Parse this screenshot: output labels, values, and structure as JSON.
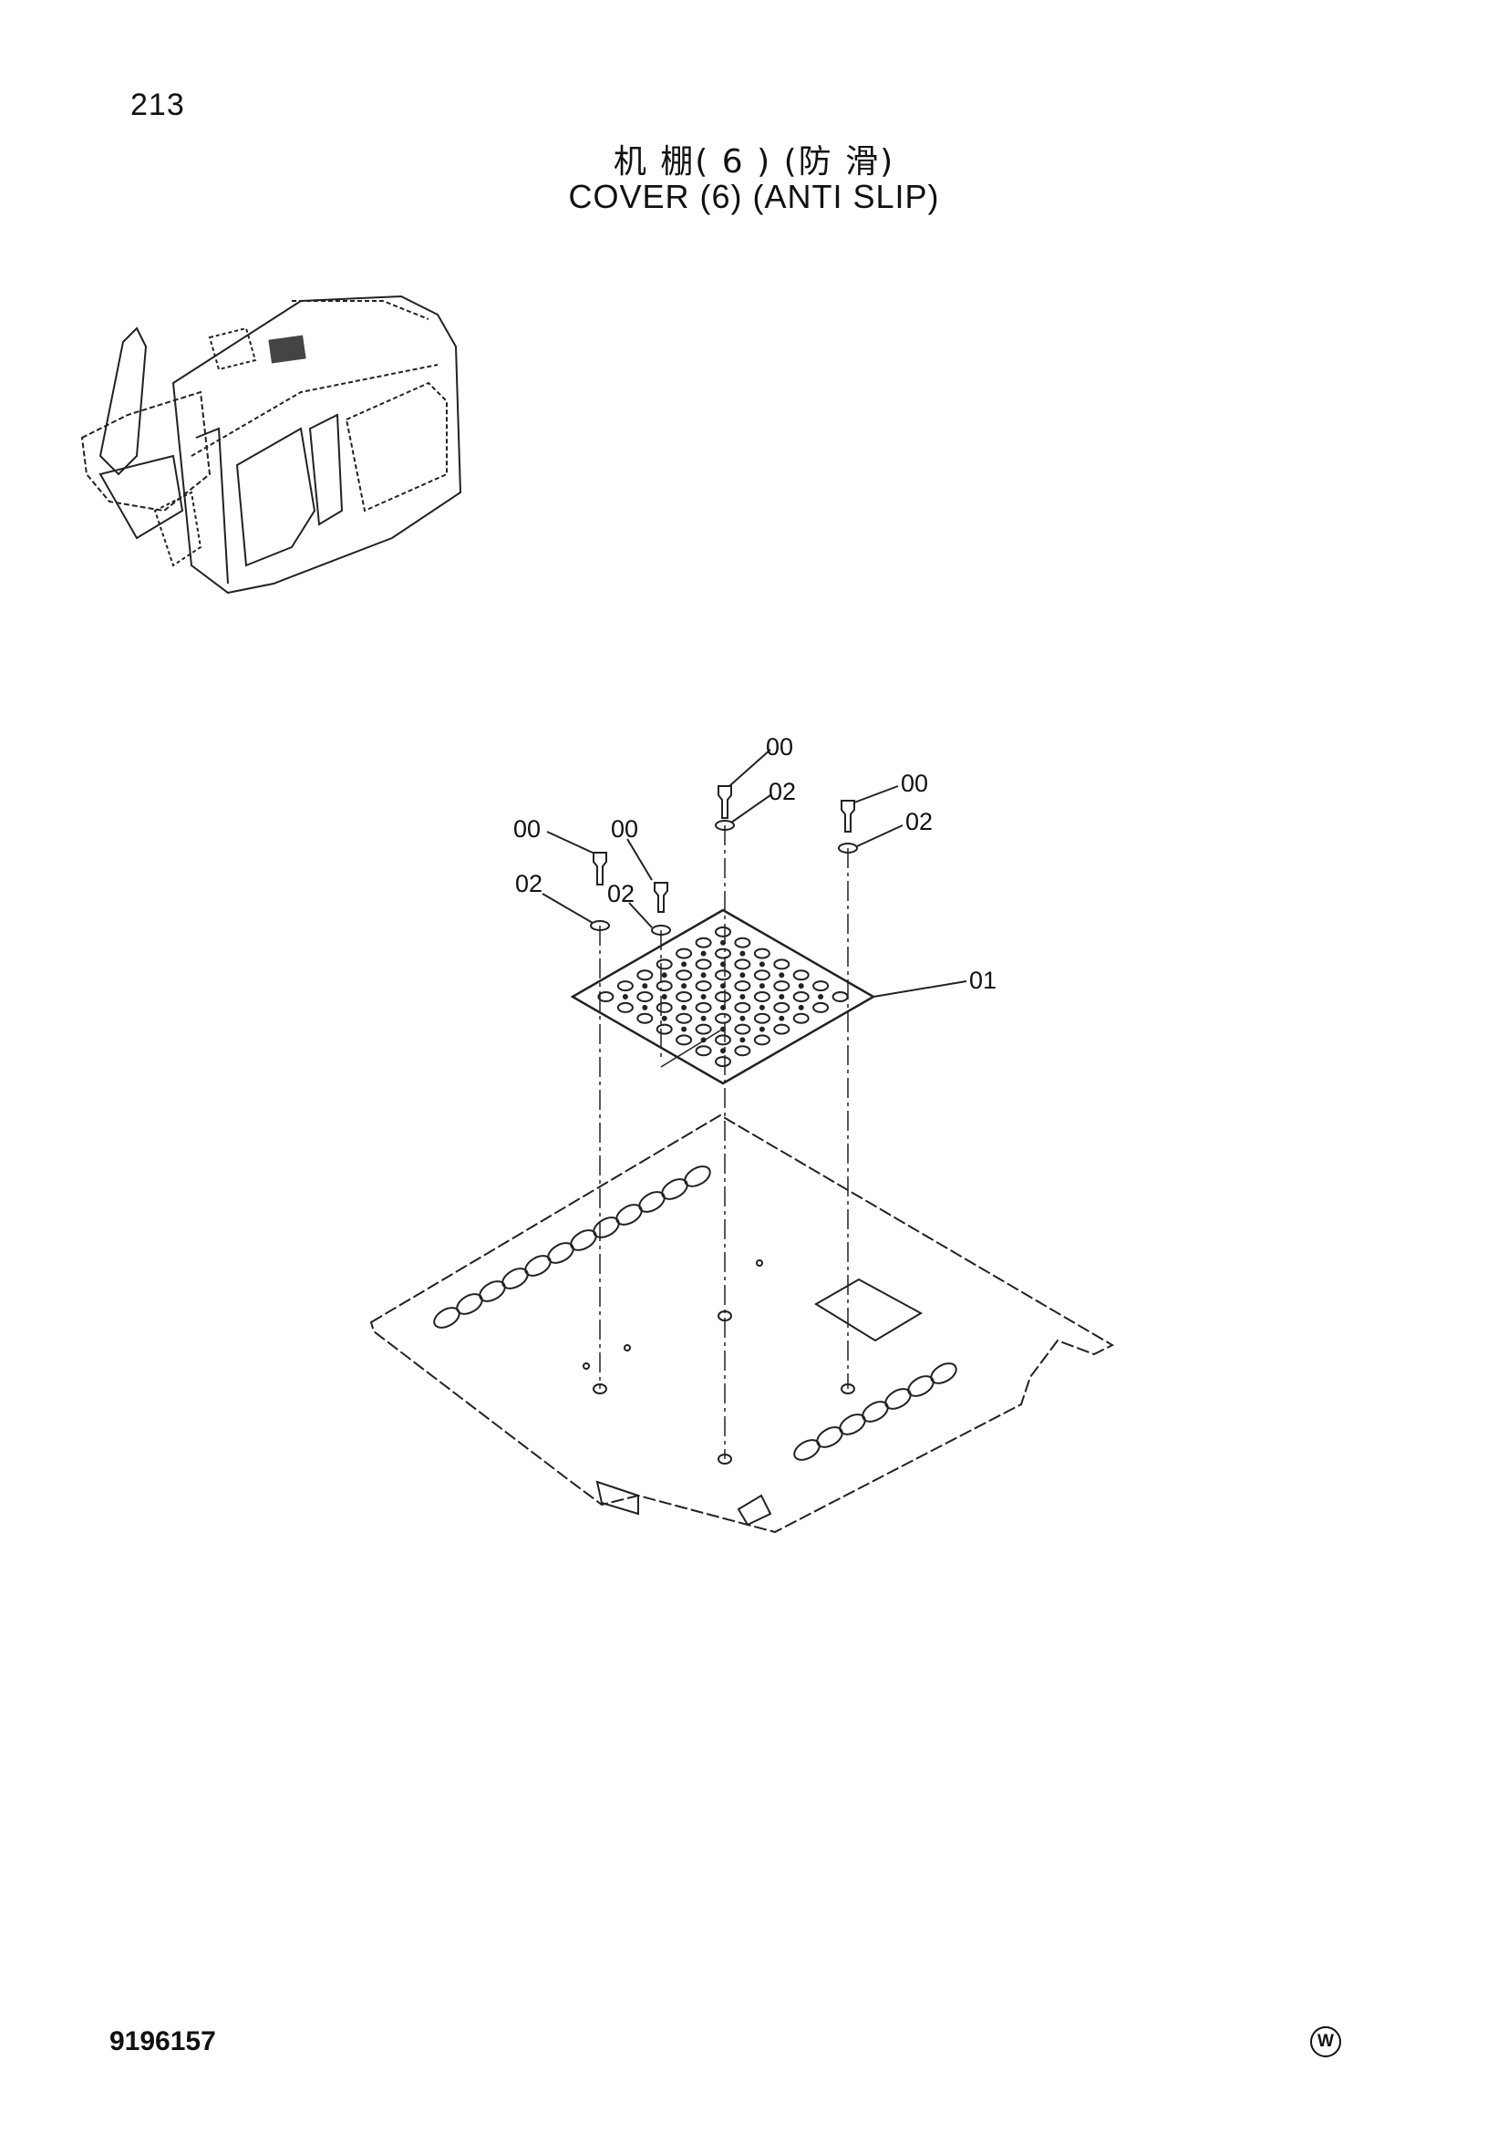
{
  "page": {
    "number": "213",
    "title_cn": "机 棚( 6 ) (防 滑)",
    "title_en": "COVER (6) (ANTI SLIP)",
    "document_number": "9196157",
    "maker_mark": "W"
  },
  "callouts": {
    "bolt_center": "00",
    "washer_center": "02",
    "bolt_right": "00",
    "washer_right": "02",
    "bolt_left": "00",
    "bolt_inner": "00",
    "washer_left": "02",
    "washer_inner": "02",
    "anti_slip_plate": "01"
  }
}
